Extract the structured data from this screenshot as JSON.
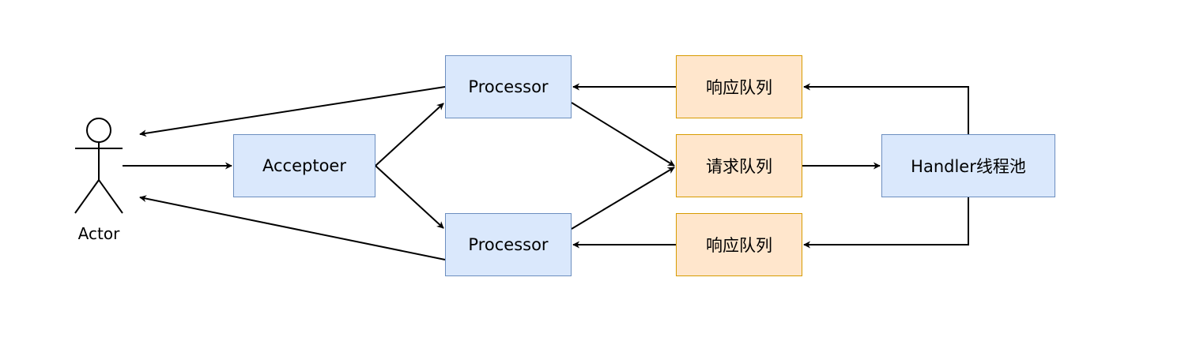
{
  "diagram": {
    "actor": {
      "label": "Actor"
    },
    "acceptor": {
      "label": "Acceptoer"
    },
    "processor_top": {
      "label": "Processor"
    },
    "processor_bottom": {
      "label": "Processor"
    },
    "response_queue_top": {
      "label": "响应队列"
    },
    "request_queue": {
      "label": "请求队列"
    },
    "response_queue_bottom": {
      "label": "响应队列"
    },
    "handler_pool": {
      "label": "Handler线程池"
    }
  },
  "colors": {
    "process_fill": "#dae8fc",
    "process_stroke": "#6c8ebf",
    "queue_fill": "#ffe6cc",
    "queue_stroke": "#d79b00",
    "edge": "#000000"
  }
}
